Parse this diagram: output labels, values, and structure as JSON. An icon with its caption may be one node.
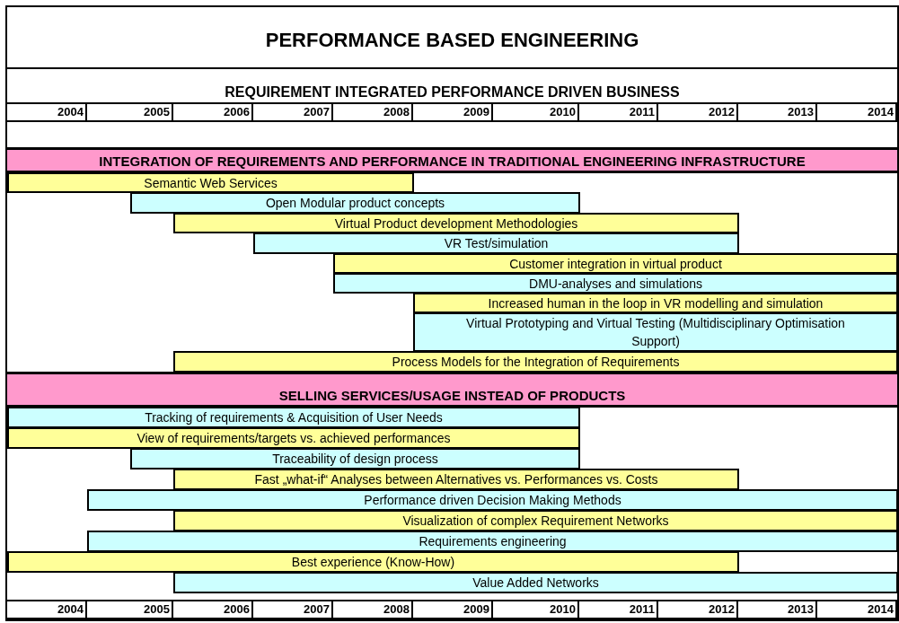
{
  "diagram": {
    "title": "PERFORMANCE BASED ENGINEERING",
    "nodes": [
      {
        "text": [
          "INTEGRATION OF REQUIREMENTS AND PERFORMANCE IN TRADITIONAL ENGINEERING INFRASTRUCTURE"
        ]
      },
      {
        "text": [
          "Semantic Web Services"
        ]
      },
      {
        "text": [
          "Open Modular product concepts"
        ]
      },
      {
        "text": [
          "Virtual Product development Methodologies"
        ]
      },
      {
        "text": [
          "VR Test/simulation"
        ]
      },
      {
        "text": [
          "Customer integration in virtual product"
        ]
      },
      {
        "text": [
          "DMU-analyses and simulations"
        ]
      },
      {
        "text": [
          "Increased human in the loop in VR modelling and simulation"
        ]
      },
      {
        "text": [
          "Virtual Prototyping and Virtual Testing (Multidisciplinary Optimisation Support)"
        ]
      },
      {
        "text": [
          "Process Models for the Integration of Requirements"
        ]
      },
      {
        "text": [
          "SELLING SERVICES/USAGE INSTEAD OF PRODUCTS"
        ]
      },
      {
        "text": [
          "Tracking of requirements & Acquisition of User Needs"
        ]
      },
      {
        "text": [
          "View of requirements/targets vs. achieved performances"
        ]
      },
      {
        "text": [
          "Traceability of design process"
        ]
      },
      {
        "text": [
          "Fast „what-if“ Analyses between Alternatives vs. Performances vs. Costs"
        ]
      },
      {
        "text": [
          "Performance driven Decision Making Methods"
        ]
      },
      {
        "text": [
          "Visualization of complex Requirement Networks"
        ]
      },
      {
        "text": [
          "Requirements engineering"
        ]
      },
      {
        "text": [
          "Best experience (Know-How)"
        ]
      },
      {
        "text": [
          "Value Added Networks"
        ]
      }
    ],
    "labels": [
      "REQUIREMENT INTEGRATED PERFORMANCE DRIVEN BUSINESS",
      "2004",
      "2005",
      "2006",
      "2007",
      "2008",
      "2009",
      "2010",
      "2011",
      "2012",
      "2013",
      "2014",
      "2004",
      "2005",
      "2006",
      "2007",
      "2008",
      "2009",
      "2010",
      "2011",
      "2012",
      "2013",
      "2014"
    ]
  }
}
